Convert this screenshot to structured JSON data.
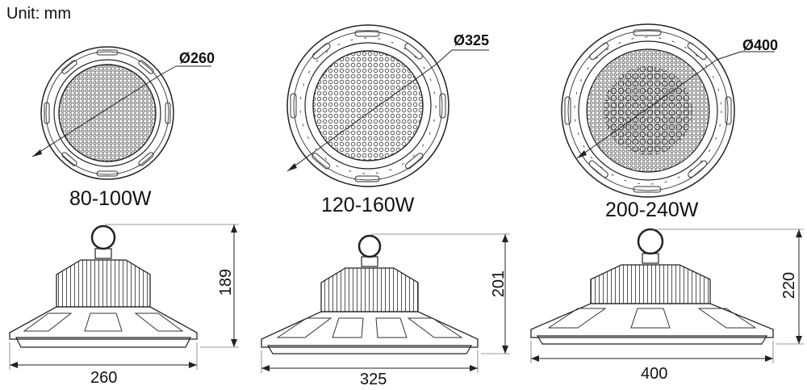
{
  "unit_label": "Unit: mm",
  "models": [
    {
      "power": "80-100W",
      "diameter_label": "Ø260",
      "width": "260",
      "height": "189"
    },
    {
      "power": "120-160W",
      "diameter_label": "Ø325",
      "width": "325",
      "height": "201"
    },
    {
      "power": "200-240W",
      "diameter_label": "Ø400",
      "width": "400",
      "height": "220"
    }
  ]
}
